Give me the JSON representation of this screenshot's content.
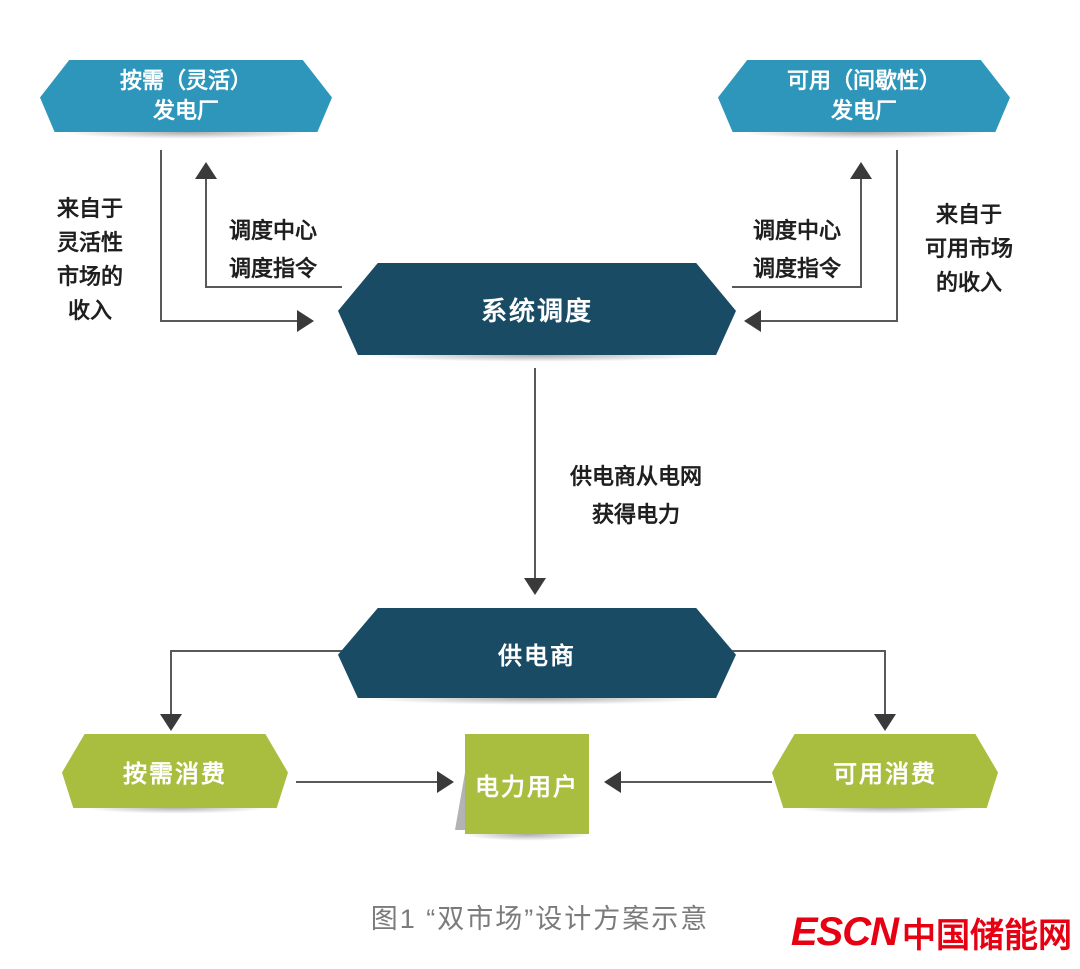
{
  "diagram": {
    "nodes": {
      "plant_flexible": {
        "line1": "按需（灵活）",
        "line2": "发电厂"
      },
      "plant_available": {
        "line1": "可用（间歇性）",
        "line2": "发电厂"
      },
      "system_dispatch": {
        "label": "系统调度"
      },
      "supplier": {
        "label": "供电商"
      },
      "demand_consumption": {
        "label": "按需消费"
      },
      "available_consumption": {
        "label": "可用消费"
      },
      "power_user": {
        "label": "电力用户"
      }
    },
    "edge_labels": {
      "left_revenue": [
        "来自于",
        "灵活性",
        "市场的",
        "收入"
      ],
      "left_dispatch": [
        "调度中心",
        "调度指令"
      ],
      "right_dispatch": [
        "调度中心",
        "调度指令"
      ],
      "right_revenue": [
        "来自于",
        "可用市场",
        "的收入"
      ],
      "center_flow": [
        "供电商从电网",
        "获得电力"
      ]
    },
    "caption": "图1 “双市场”设计方案示意",
    "logo": {
      "latin": "ESCN",
      "cjk": "中国储能网"
    },
    "colors": {
      "teal": "#2e96ba",
      "navy": "#1a4b64",
      "olive": "#a9bd3e",
      "line": "#58595b",
      "arrow": "#3a3a3a",
      "label_text": "#1f1f1f",
      "caption_text": "#7b7b7b",
      "logo_red": "#e60012"
    }
  }
}
